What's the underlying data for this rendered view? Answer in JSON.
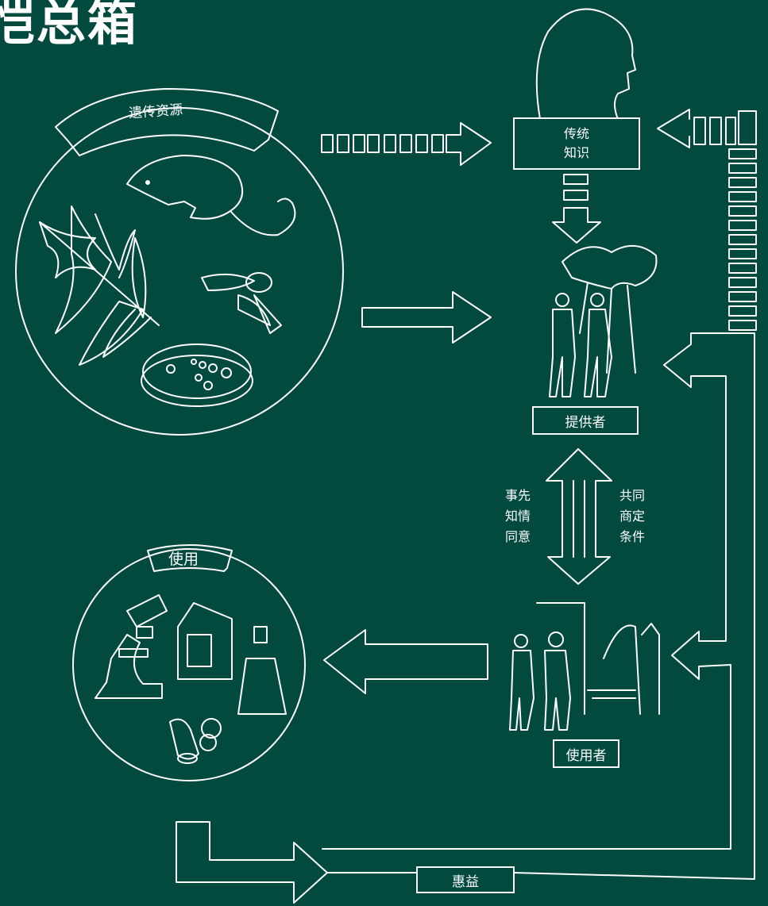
{
  "colors": {
    "background": "#024a3d",
    "stroke": "#ffffff"
  },
  "title": "恺总箱",
  "nodes": {
    "genetic_resources": "遗传资源",
    "traditional_knowledge_line1": "传统",
    "traditional_knowledge_line2": "知识",
    "provider": "提供者",
    "user": "使用者",
    "use": "使用",
    "benefits": "惠益"
  },
  "conditions": {
    "pic": "事先\n知情\n同意",
    "mat": "共同\n商定\n条件"
  },
  "icons": [
    "rat-icon",
    "leaf-icon",
    "bee-icon",
    "petri-dish-icon",
    "head-silhouette-icon",
    "trees-icon",
    "people-icon",
    "buildings-icon",
    "microscope-icon",
    "milk-carton-icon",
    "spray-bottle-icon",
    "pills-icon"
  ]
}
